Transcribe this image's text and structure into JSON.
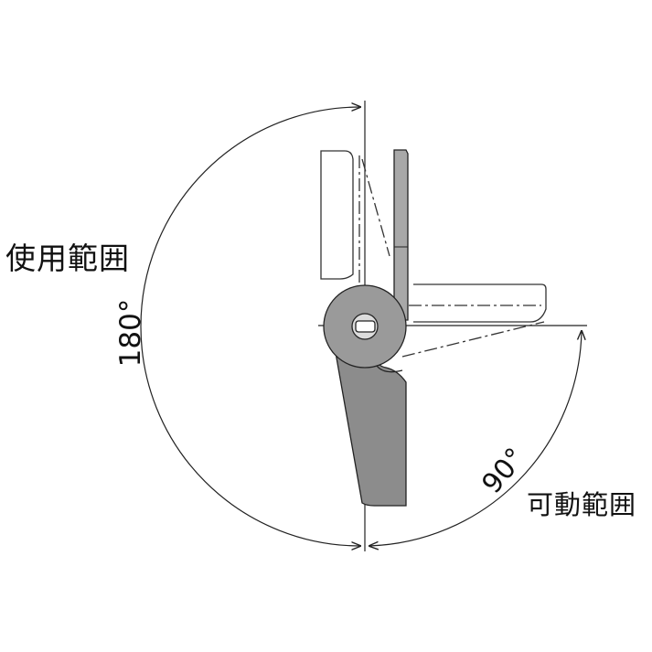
{
  "labels": {
    "usage_range": "使用範囲",
    "movable_range": "可動範囲",
    "angle_usage": "180°",
    "angle_movable": "90°"
  },
  "colors": {
    "stroke": "#222222",
    "lever_fill": "#8c8c8c",
    "hub_fill": "#9a9a9a",
    "leaf_fill": "#a8a8a8",
    "ghost_stroke": "#333333"
  }
}
